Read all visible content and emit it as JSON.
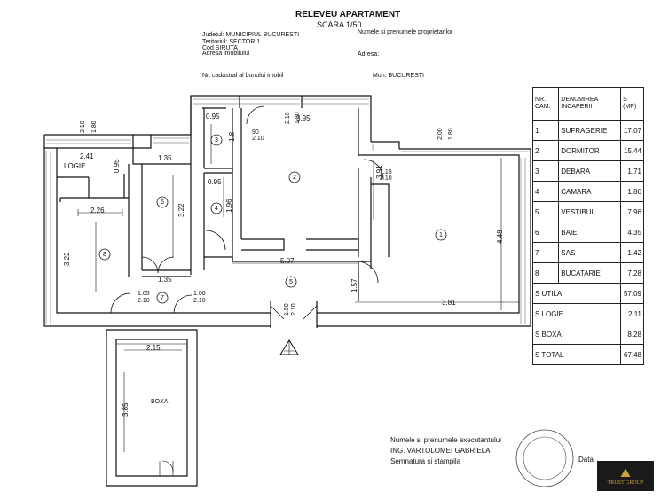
{
  "header": {
    "title": "RELEVEU APARTAMENT",
    "scale": "SCARA 1/50",
    "county": "Judetul: MUNICIPIUL BUCURESTI",
    "territory": "Teritoriul: SECTOR 1",
    "siruta": "Cod SIRUTA",
    "address": "Adresa imobilului",
    "owners": "Numele si prenumele proprietarilor",
    "owner_address": "Adresa:",
    "cadastral": "Nr. cadastral al bunului imobil",
    "mun": "Mun. BUCURESTI"
  },
  "table": {
    "headers": [
      "NR. CAM.",
      "DENUMIREA INCAPERII",
      "S (MP)"
    ],
    "rooms": [
      {
        "nr": "1",
        "name": "SUFRAGERIE",
        "area": "17.07"
      },
      {
        "nr": "2",
        "name": "DORMITOR",
        "area": "15.44"
      },
      {
        "nr": "3",
        "name": "DEBARA",
        "area": "1.71"
      },
      {
        "nr": "4",
        "name": "CAMARA",
        "area": "1.86"
      },
      {
        "nr": "5",
        "name": "VESTIBUL",
        "area": "7.96"
      },
      {
        "nr": "6",
        "name": "BAIE",
        "area": "4.35"
      },
      {
        "nr": "7",
        "name": "SAS",
        "area": "1.42"
      },
      {
        "nr": "8",
        "name": "BUCATARIE",
        "area": "7.28"
      }
    ],
    "totals": [
      {
        "label": "S UTILA",
        "value": "57.09"
      },
      {
        "label": "S LOGIE",
        "value": "2.11"
      },
      {
        "label": "S BOXA",
        "value": "8.28"
      },
      {
        "label": "S TOTAL",
        "value": "67.48"
      }
    ]
  },
  "plan": {
    "dims": [
      "0.95",
      "3.95",
      "1.8",
      "2.10",
      "1.80",
      "2.41",
      "0.95",
      "1.35",
      "3.22",
      "3.22",
      "2.26",
      "1.96",
      "0.95",
      "5.07",
      "4.48",
      "3.91",
      "1.57",
      "3.81",
      "1.35",
      "1.05",
      "2.10",
      "1.00",
      "2.10",
      "1.50",
      "2.10",
      "90",
      "2.10",
      "1.15",
      "2.10",
      "2.00",
      "1.80",
      "2.10",
      "1.80"
    ],
    "logie_label": "LOGIE",
    "room_numbers": [
      "1",
      "2",
      "3",
      "4",
      "5",
      "6",
      "7",
      "8"
    ],
    "boxa_label": "BOXA",
    "boxa_dims": [
      "2.15",
      "3.85"
    ]
  },
  "footer": {
    "executor_label": "Numele si prenumele executantului",
    "executor_name": "ING. VARTOLOMEI GABRIELA",
    "signature": "Semnatura si stampila",
    "date": "Data",
    "logo_text": "TRUST GROUP"
  }
}
